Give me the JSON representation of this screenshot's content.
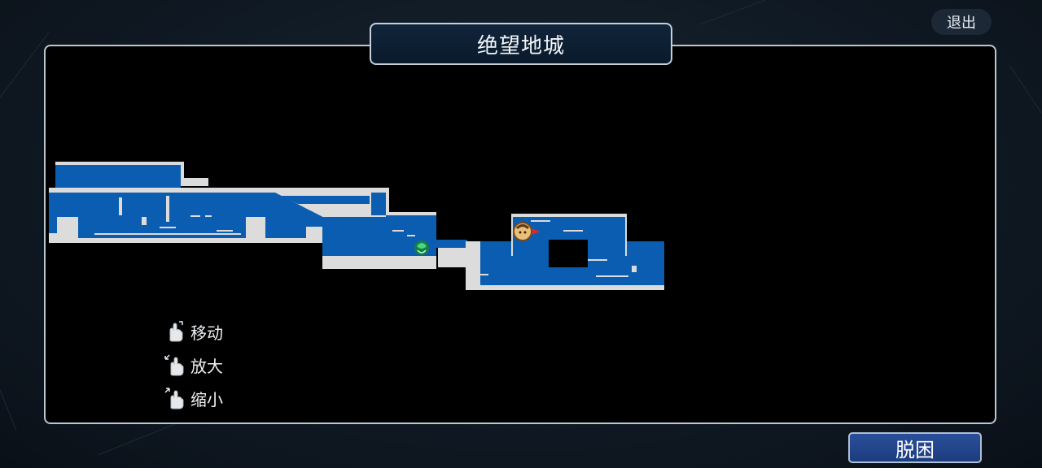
{
  "header": {
    "title": "绝望地城",
    "exit_label": "退出"
  },
  "hints": [
    {
      "icon": "hand-drag-icon",
      "label": "移动"
    },
    {
      "icon": "hand-pinch-out-icon",
      "label": "放大"
    },
    {
      "icon": "hand-pinch-in-icon",
      "label": "缩小"
    }
  ],
  "footer": {
    "escape_label": "脱困"
  },
  "map": {
    "floor_color": "#0a5db0",
    "wall_color": "#dcdcdc",
    "player_marker": "player-portrait-icon",
    "portal_marker": "green-portal-icon"
  }
}
